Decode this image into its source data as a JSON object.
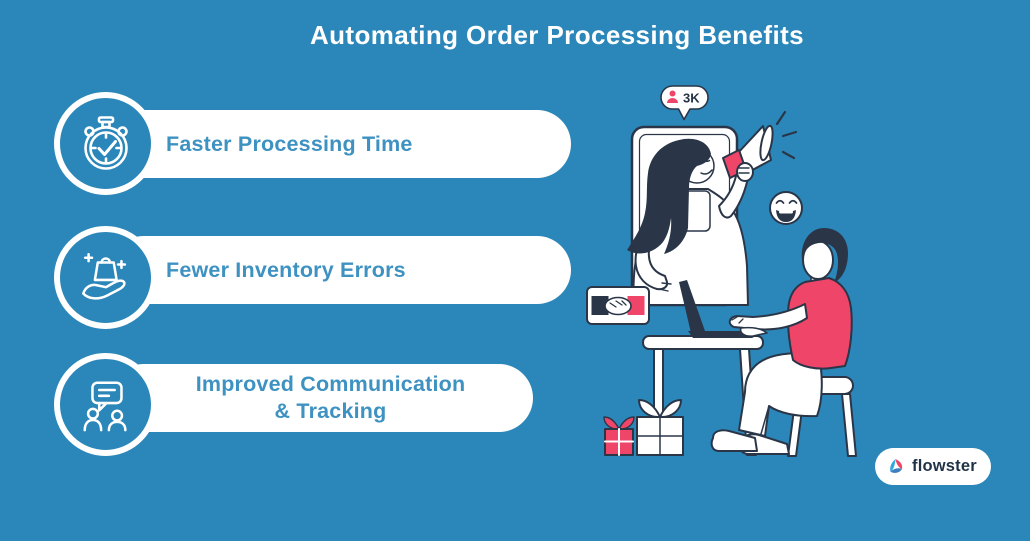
{
  "page": {
    "title": "Automating Order Processing Benefits",
    "background_color": "#2b87b9",
    "accent_pink": "#ef4568",
    "outline_navy": "#2a3648",
    "pill_text_color": "#3e92c1"
  },
  "benefits": [
    {
      "icon": "stopwatch-check-icon",
      "label": "Faster Processing Time"
    },
    {
      "icon": "hand-shopping-bag-icon",
      "label": "Fewer Inventory Errors"
    },
    {
      "icon": "chat-people-icon",
      "lines": [
        "Improved Communication",
        "& Tracking"
      ]
    }
  ],
  "illustration": {
    "badge_count": "3K",
    "scene": "woman-with-megaphone-emerging-from-phone-greeting-seated-customer"
  },
  "brand": {
    "logo_text": "flowster"
  }
}
